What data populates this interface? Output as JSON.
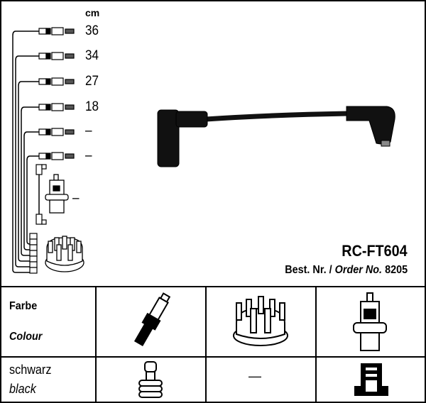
{
  "unit_label": "cm",
  "lengths": [
    "36",
    "34",
    "27",
    "18",
    "–",
    "–",
    "–"
  ],
  "product": {
    "code": "RC-FT604",
    "order_prefix": "Best. Nr. /",
    "order_label": "Order No.",
    "order_number": "8205"
  },
  "table": {
    "header_de": "Farbe",
    "header_en": "Colour",
    "color_de": "schwarz",
    "color_en": "black",
    "distributor_value": "—"
  },
  "colors": {
    "line": "#000000",
    "background": "#ffffff"
  }
}
